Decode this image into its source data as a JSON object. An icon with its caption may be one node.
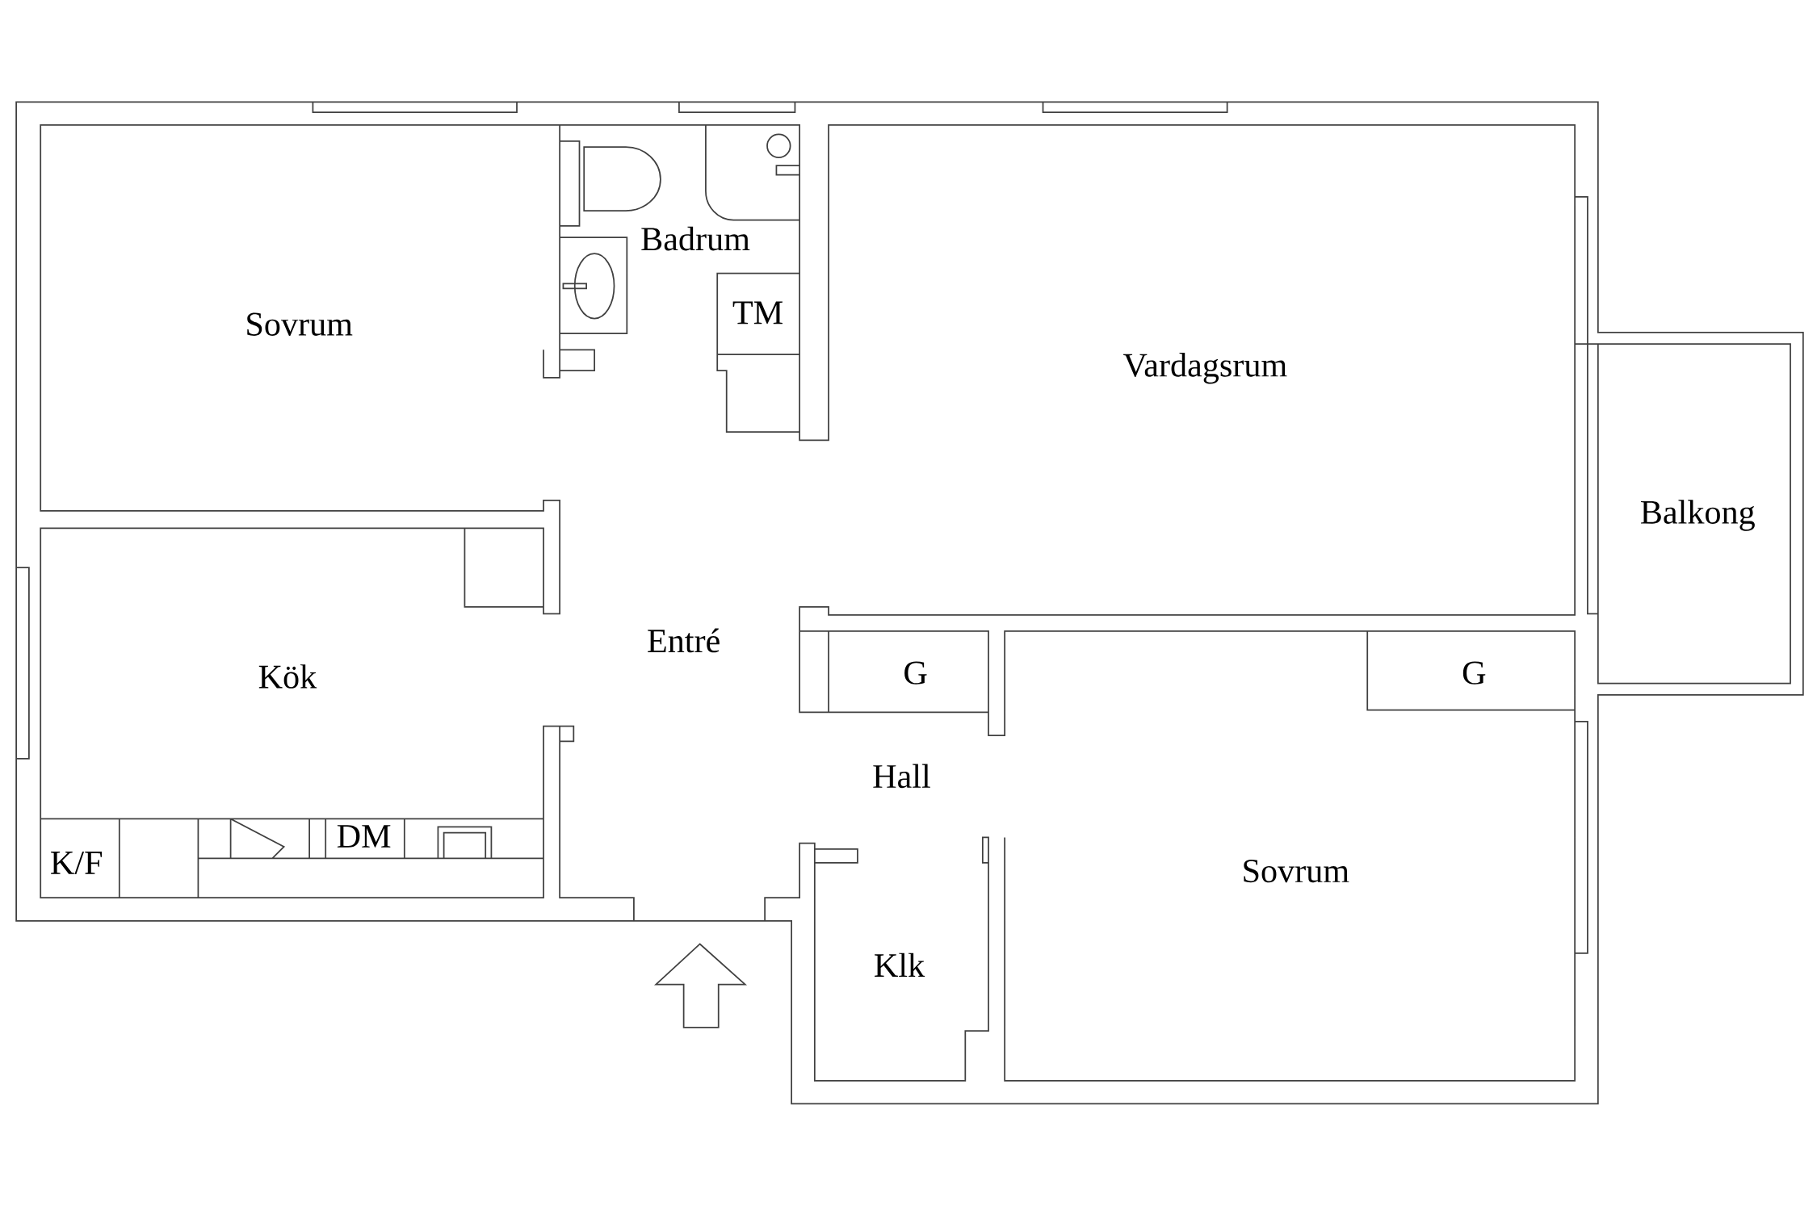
{
  "diagram": {
    "labels": [
      "Sovrum",
      "Badrum",
      "TM",
      "Vardagsrum",
      "Balkong",
      "Kök",
      "Entré",
      "G",
      "G",
      "Hall",
      "K/F",
      "DM",
      "Sovrum",
      "Klk"
    ]
  }
}
